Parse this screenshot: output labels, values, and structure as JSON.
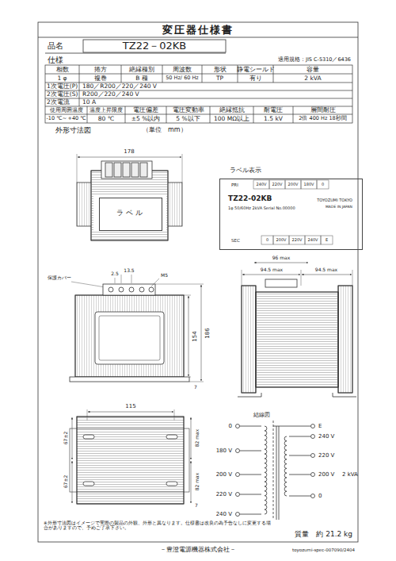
{
  "diagram": {
    "title": "変圧器仕様書",
    "nodes": [
      {
        "text": [
          "ラベル"
        ]
      },
      {
        "text": [
          "TZ22-02KB",
          "1φ 50/60Hz 2kVA  Serial No.00000"
        ]
      }
    ],
    "labels": [
      "品名",
      "TZ22－02KB",
      "仕様",
      "適用規格：JIS C-5310／6436",
      "相数",
      "捲方",
      "絶縁種別",
      "周波数",
      "形状",
      "静電シールド",
      "容量",
      "1 φ",
      "複巻",
      "B 種",
      "50 Hz/ 60 Hz",
      "TP",
      "有り",
      "2 kVA",
      "1次電圧(P)",
      "180／R200／220／240 V",
      "2次電圧(S)",
      "R200／220／240 V",
      "2次電流",
      "10 A",
      "使用周囲温度",
      "温度上昇限度",
      "電圧偏差",
      "電圧変動率",
      "絶縁抵抗",
      "耐電圧",
      "層間耐圧",
      "-10 ℃～+40 ℃",
      "80 ℃",
      "±5 %以内",
      "5 %以下",
      "100 MΩ以上",
      "1.5 kV",
      "2倍 400 Hz 18秒間",
      "外形寸法図",
      "（単位　mm）",
      "178",
      "ラベル表示",
      "PRI",
      "240V",
      "220V",
      "200V",
      "180V",
      "0",
      "TOYOZUMI TOKYO",
      "MADE IN JAPAN",
      "SEC",
      "0",
      "200V",
      "220V",
      "240V",
      "E",
      "保護カバー",
      "2.5",
      "13.5",
      "M5",
      "154",
      "186",
      "7",
      "115",
      "67±2",
      "67±2",
      "82 max",
      "82 max",
      "7",
      "96 max",
      "94.5 max",
      "94.5 max",
      "結線図",
      "0",
      "180 V",
      "200 V",
      "220 V",
      "240 V",
      "E",
      "240 V",
      "220 V",
      "200 V",
      "2 kVA",
      "0",
      "※外形寸法図はイメージで実際の製品の外観、外形と異なります。仕様書は改良の為予告なしに変更する場合がありますので、予めご了承下さい。",
      "質量　約 21.2 kg",
      "－豊澄電源機器株式会社－",
      "toyozumi-spec-007090/2404"
    ]
  }
}
